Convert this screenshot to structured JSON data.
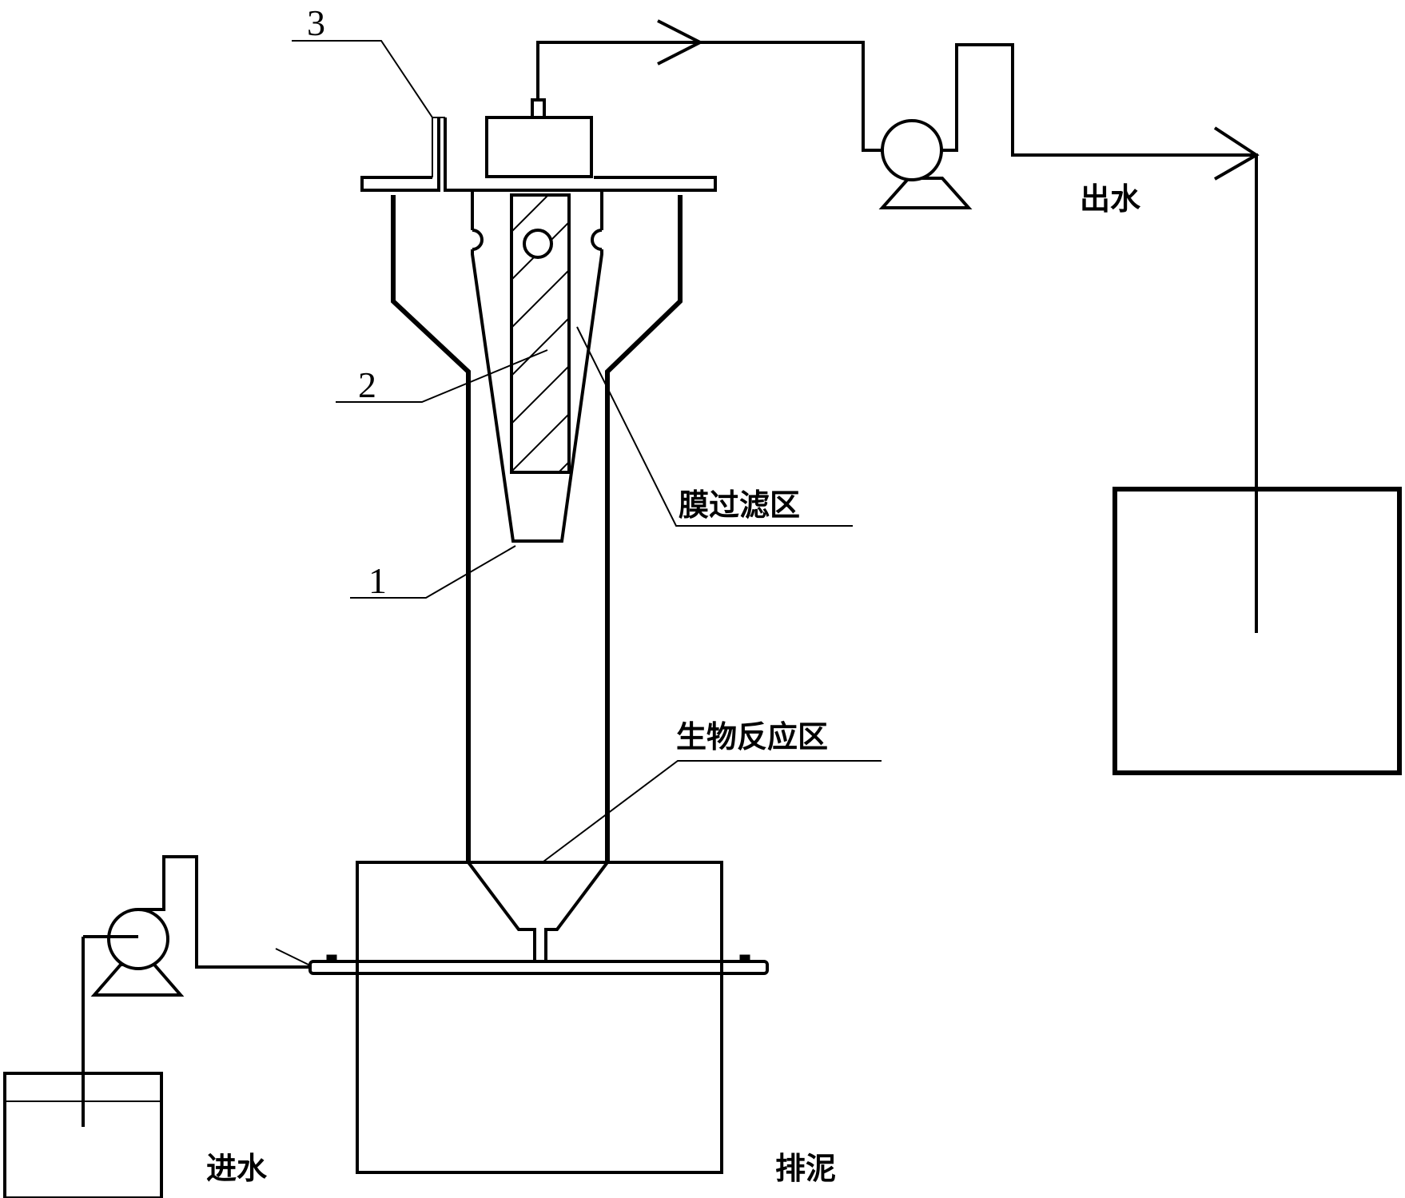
{
  "labels": {
    "part1": "1",
    "part2": "2",
    "part3": "3",
    "membrane_zone": "膜过滤区",
    "bio_zone": "生物反应区",
    "outlet": "出水",
    "inlet": "进水",
    "sludge": "排泥"
  }
}
